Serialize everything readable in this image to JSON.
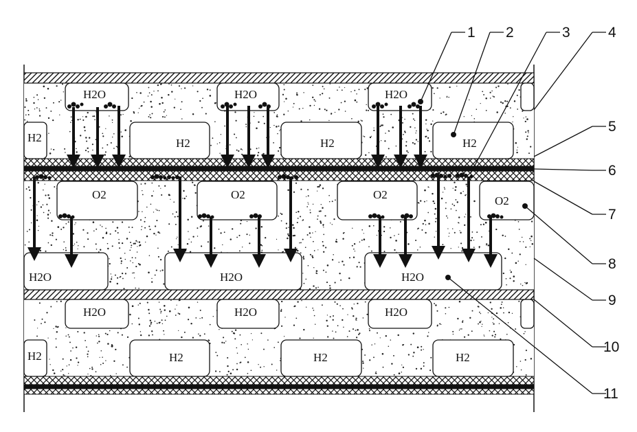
{
  "diagram": {
    "channel_labels": {
      "water": "H2O",
      "hydrogen": "H2",
      "oxygen": "O2"
    },
    "callouts": [
      "1",
      "2",
      "3",
      "4",
      "5",
      "6",
      "7",
      "8",
      "9",
      "10",
      "11"
    ]
  },
  "colors": {
    "ink": "#111111",
    "paper": "#ffffff"
  }
}
